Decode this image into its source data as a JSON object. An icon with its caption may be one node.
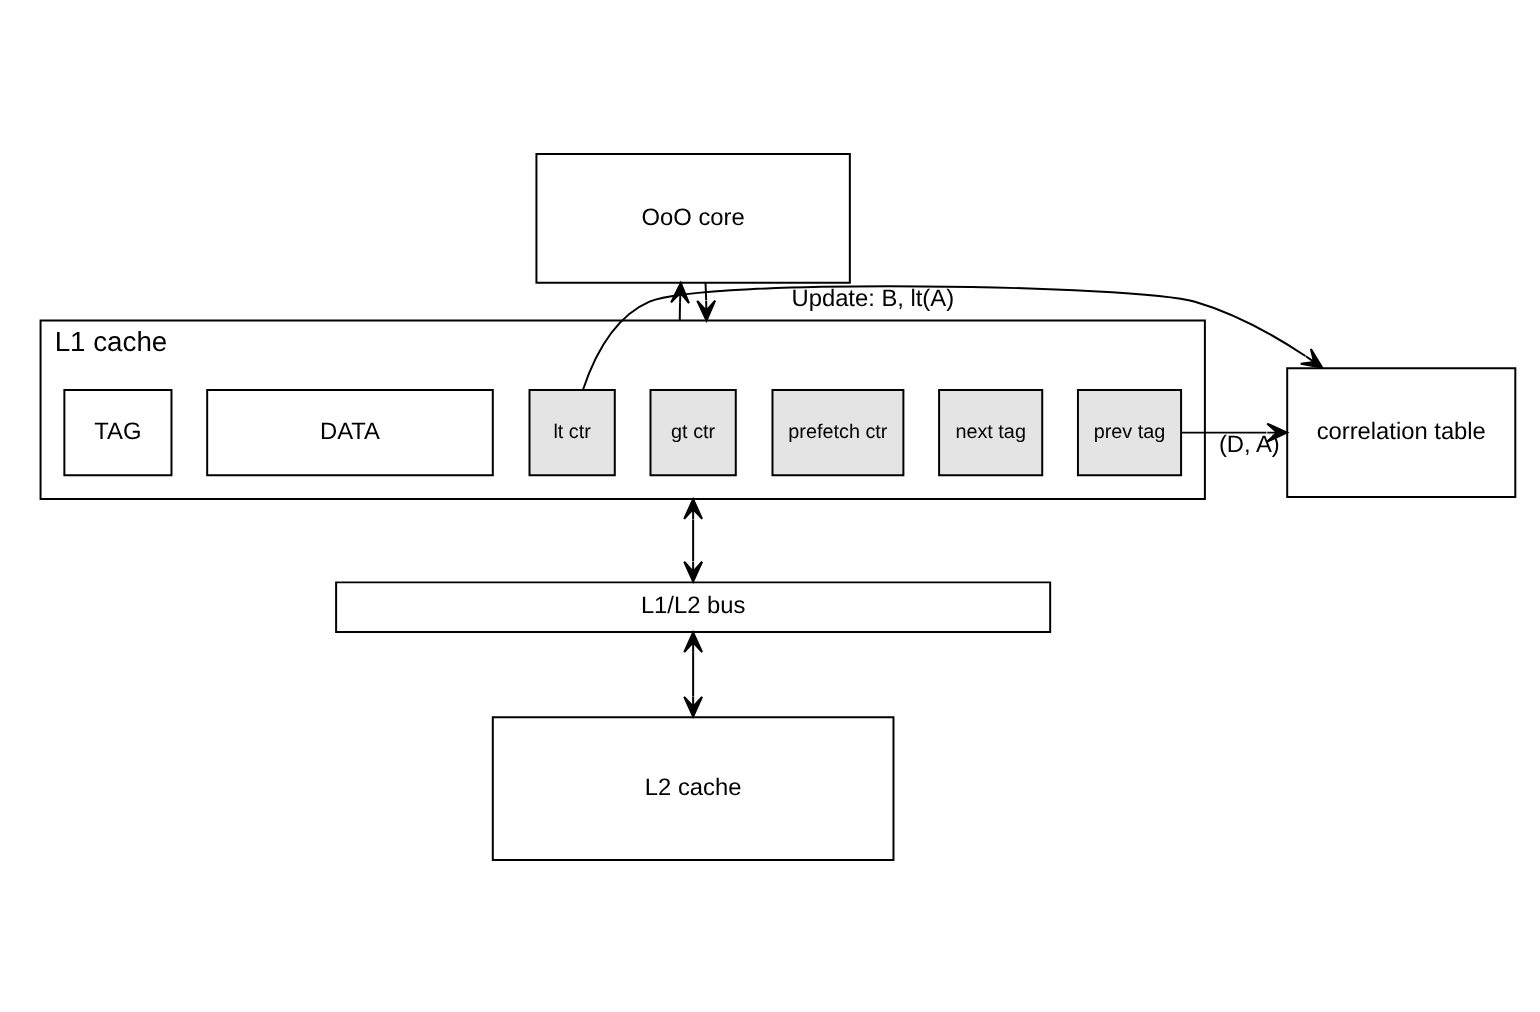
{
  "diagram": {
    "nodes": [
      {
        "text": [
          "OoO core"
        ]
      },
      {
        "text": [
          "L1 cache"
        ]
      },
      {
        "text": [
          "TAG"
        ],
        "in": 1
      },
      {
        "text": [
          "DATA"
        ],
        "in": 1
      },
      {
        "text": [
          "lt ctr"
        ],
        "in": 1
      },
      {
        "text": [
          "gt ctr"
        ],
        "in": 1
      },
      {
        "text": [
          "prefetch ctr"
        ],
        "in": 1
      },
      {
        "text": [
          "next tag"
        ],
        "in": 1
      },
      {
        "text": [
          "prev tag"
        ],
        "in": 1
      },
      {
        "text": [
          "correlation table"
        ]
      },
      {
        "text": [
          "L1/L2 bus"
        ]
      },
      {
        "text": [
          "L2 cache"
        ]
      }
    ],
    "edges": [
      {
        "from": 0,
        "to": 1,
        "arrow": "to"
      },
      {
        "from": 1,
        "to": 0,
        "arrow": "to"
      },
      {
        "from": 4,
        "to": 9,
        "arrow": "to",
        "label": "Update: B, lt(A)"
      },
      {
        "from": 8,
        "to": 9,
        "arrow": "to",
        "label": "(D, A)"
      },
      {
        "from": 1,
        "to": 10,
        "arrow": "both"
      },
      {
        "from": 10,
        "to": 11,
        "arrow": "both"
      }
    ]
  }
}
